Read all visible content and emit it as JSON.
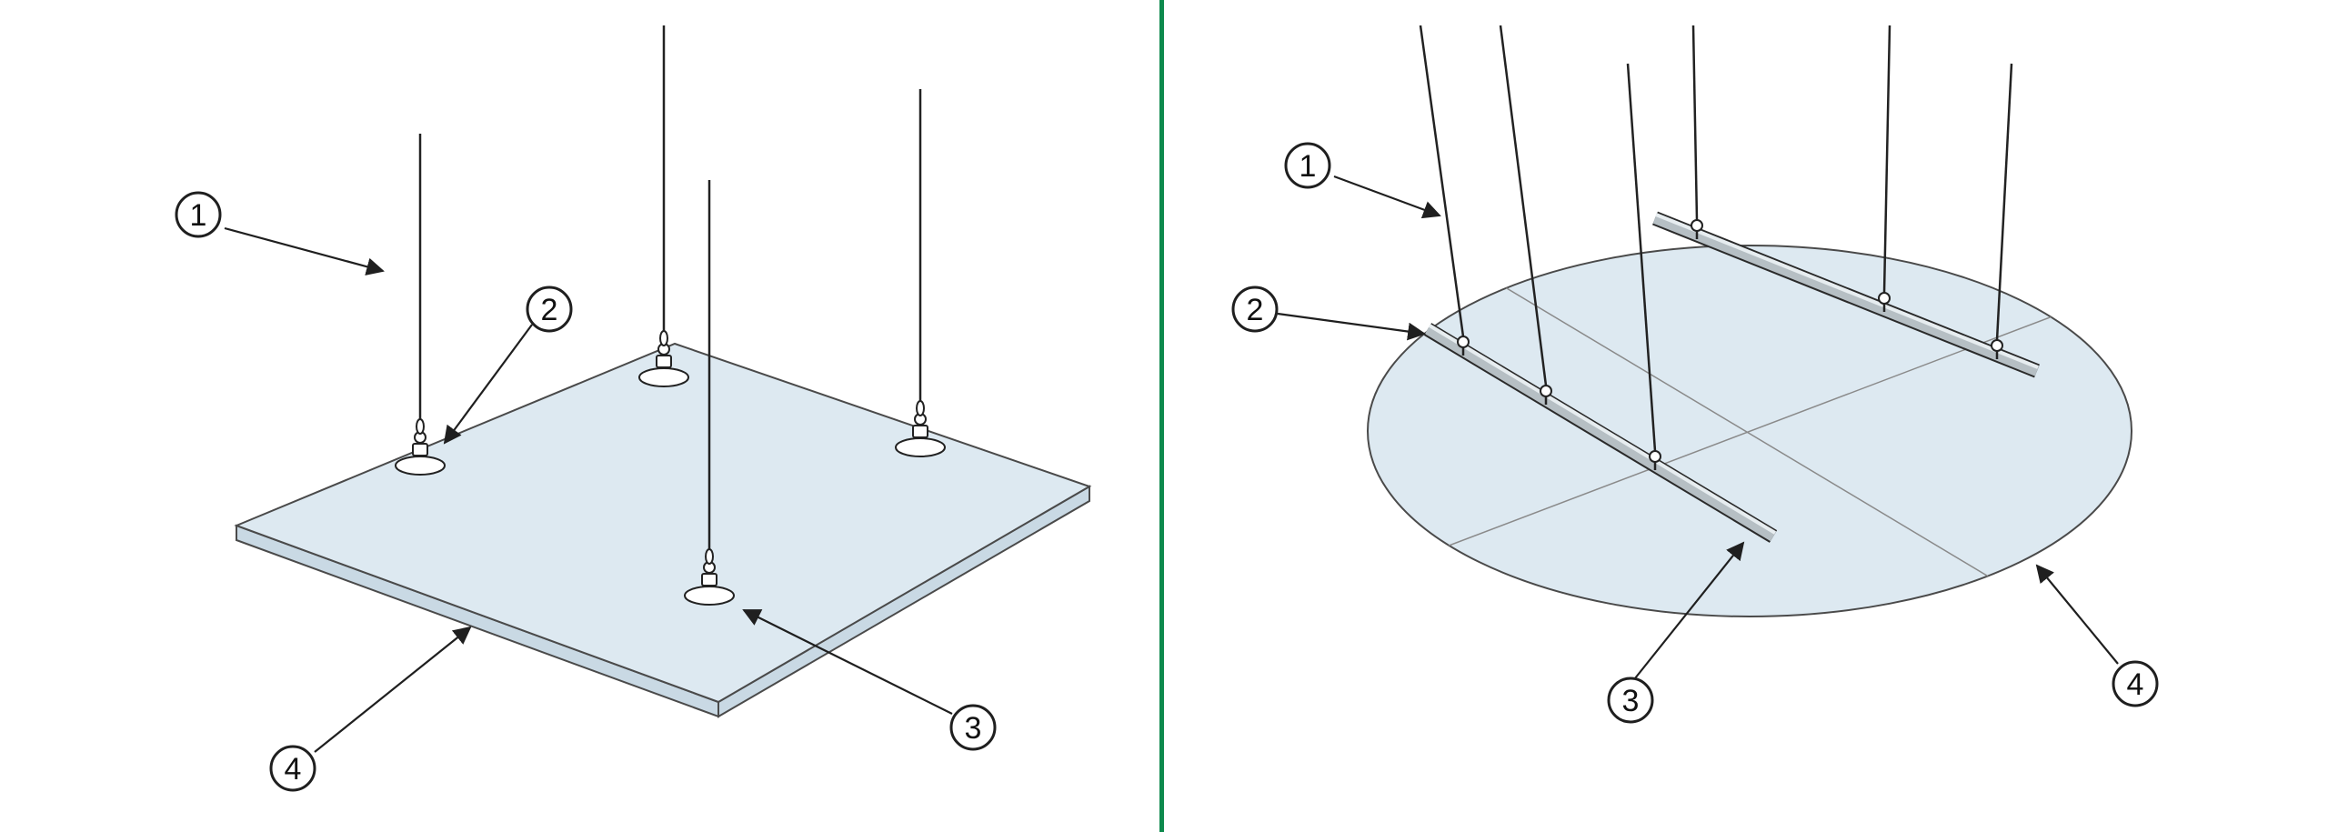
{
  "diagram": {
    "left_panel": {
      "callouts": [
        {
          "label": "1"
        },
        {
          "label": "2"
        },
        {
          "label": "3"
        },
        {
          "label": "4"
        }
      ]
    },
    "right_panel": {
      "callouts": [
        {
          "label": "1"
        },
        {
          "label": "2"
        },
        {
          "label": "3"
        },
        {
          "label": "4"
        }
      ]
    },
    "colors": {
      "background": "#ffffff",
      "divider": "#0e8a4d",
      "panel_fill": "#dde9f1",
      "panel_edge": "#c9d9e4",
      "line": "#222222",
      "rail": "#b6bfc4",
      "rail_highlight": "#e7edf0"
    }
  }
}
